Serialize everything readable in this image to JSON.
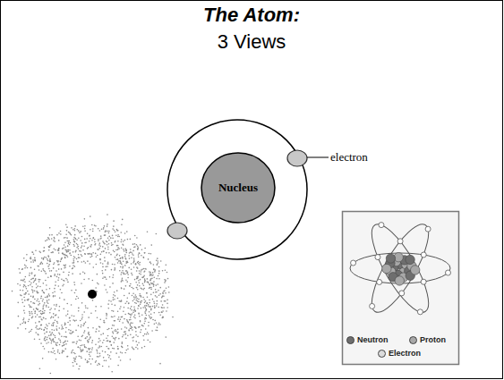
{
  "diagram": {
    "title": "The Atom:",
    "nodes": [
      {
        "text": [
          "Nucleus"
        ]
      }
    ],
    "labels": [
      "3 Views",
      "electron"
    ],
    "legend": [
      {
        "text": "Neutron",
        "color": "#6e6e6e"
      },
      {
        "text": "Proton",
        "color": "#a8a8a8"
      },
      {
        "text": "Electron",
        "color": "#dcdcdc"
      }
    ]
  }
}
